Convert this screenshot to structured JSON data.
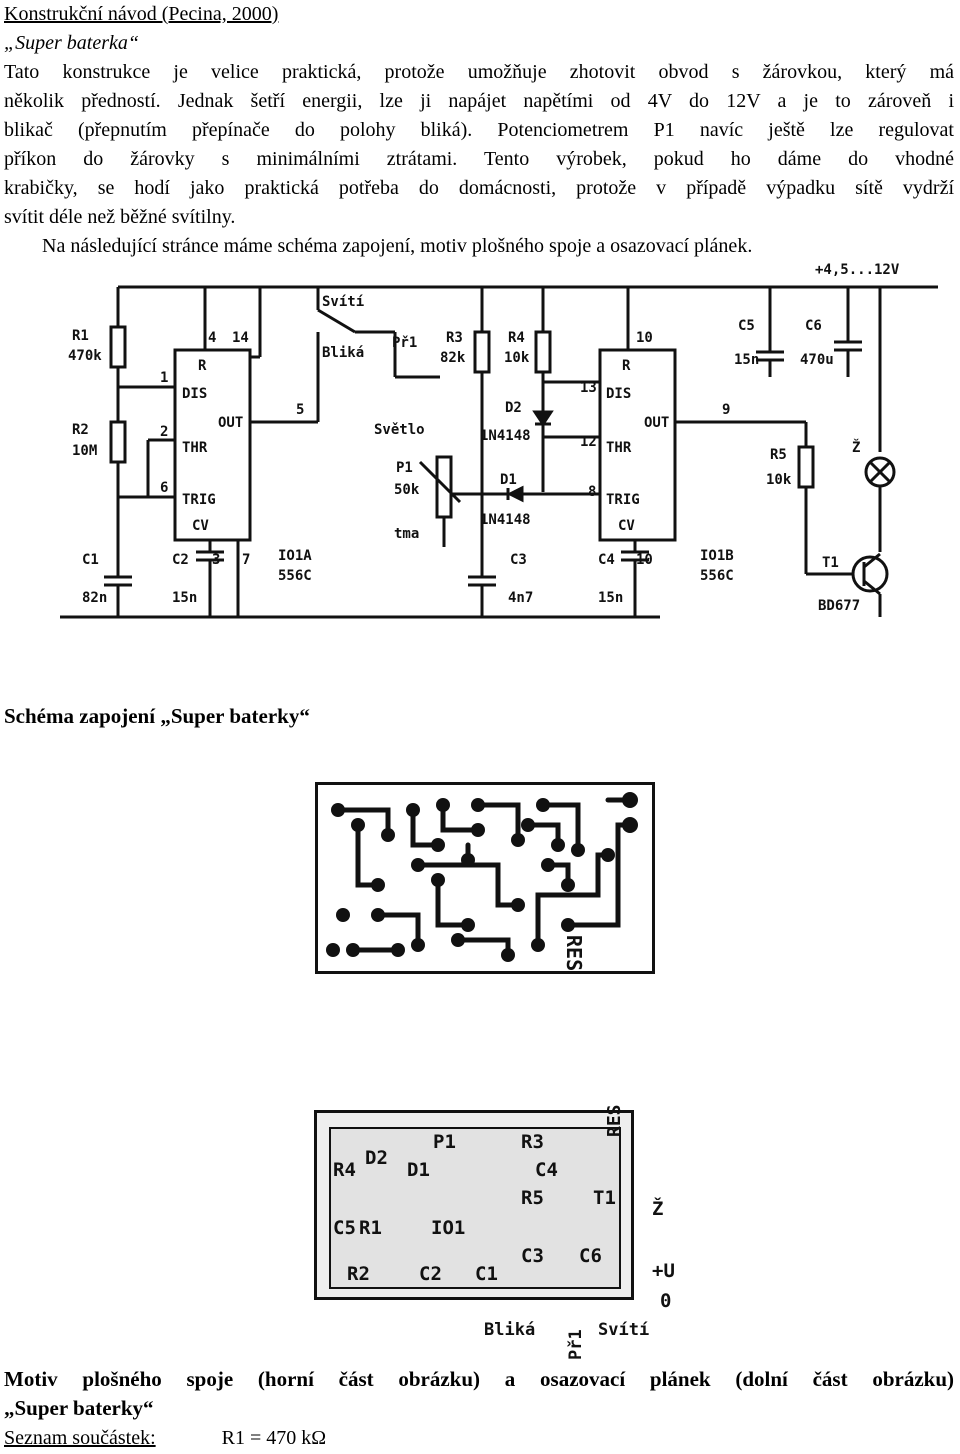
{
  "header": {
    "title": "Konstrukční návod (Pecina, 2000)",
    "subtitle": "„Super baterka“"
  },
  "intro": {
    "lines": [
      "Tato konstrukce je velice praktická, protože umožňuje zhotovit obvod s žárovkou, který má",
      "několik předností. Jednak šetří energii, lze ji napájet napětími od 4V do 12V a je to zároveň i",
      "blikač (přepnutím přepínače do polohy bliká). Potenciometrem  P1 navíc ještě lze regulovat",
      "příkon do žárovky s minimálními ztrátami. Tento výrobek, pokud ho dáme do vhodné",
      "krabičky, se hodí jako praktická potřeba do domácnosti, protože v případě výpadku sítě vydrží",
      "svítit déle než běžné svítilny."
    ],
    "next": "Na následující stránce máme schéma zapojení, motiv plošného spoje a osazovací plánek."
  },
  "schematic": {
    "supply": "+4,5...12V",
    "r1": "R1",
    "r1v": "470k",
    "r2": "R2",
    "r2v": "10M",
    "c1": "C1",
    "c1v": "82n",
    "c2": "C2",
    "c2v": "15n",
    "ic1": "IO1A",
    "ic1v": "556C",
    "svit": "Svítí",
    "blik": "Bliká",
    "pr1": "Př1",
    "r3": "R3",
    "r3v": "82k",
    "r4": "R4",
    "r4v": "10k",
    "d2": "D2",
    "d2v": "1N4148",
    "d1": "D1",
    "d1v": "1N4148",
    "p1": "P1",
    "p1v": "50k",
    "svetlo": "Světlo",
    "tma": "tma",
    "c3": "C3",
    "c3v": "4n7",
    "c4": "C4",
    "c4v": "15n",
    "ic2": "IO1B",
    "ic2v": "556C",
    "c5": "C5",
    "c5v": "15n",
    "c6": "C6",
    "c6v": "470u",
    "r5": "R5",
    "r5v": "10k",
    "z": "Ž",
    "t1": "T1",
    "t1v": "BD677",
    "rbar": "R",
    "dis": "DIS",
    "thr": "THR",
    "trig": "TRIG",
    "cv": "CV",
    "out": "OUT",
    "pins": [
      "4",
      "14",
      "1",
      "2",
      "6",
      "3",
      "7",
      "5",
      "10",
      "13",
      "12",
      "8",
      "10",
      "9"
    ]
  },
  "caption_schema": "Schéma zapojení „Super baterky“",
  "pcb": {
    "res": "RES"
  },
  "placement": {
    "p1": "P1",
    "r3": "R3",
    "res": "RES",
    "r4": "R4",
    "d2": "D2",
    "d1": "D1",
    "c4": "C4",
    "r5": "R5",
    "t1": "T1",
    "z": "Ž",
    "c5": "C5",
    "r1": "R1",
    "io1": "IO1",
    "c3": "C3",
    "c6": "C6",
    "r2": "R2",
    "c2": "C2",
    "c1": "C1",
    "plus_u": "+U",
    "zero": "0",
    "blika": "Bliká",
    "pr1": "Př1",
    "sviti": "Svítí"
  },
  "caption_motiv": {
    "line1": "Motiv plošného spoje (horní část obrázku) a osazovací plánek (dolní část obrázku)",
    "line2": "„Super baterky“"
  },
  "parts": {
    "label": "Seznam součástek:",
    "first": "R1 = 470 kΩ"
  }
}
